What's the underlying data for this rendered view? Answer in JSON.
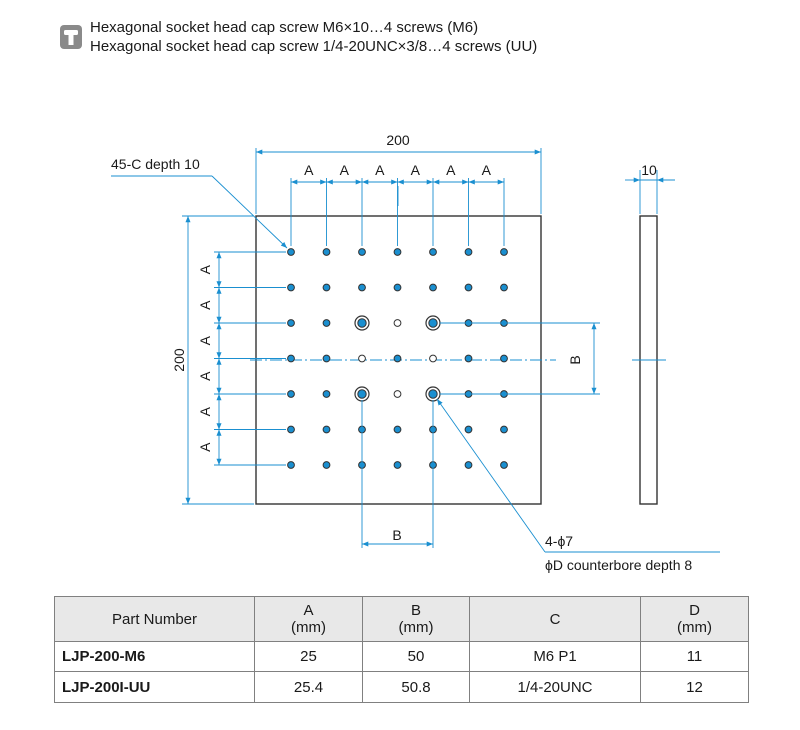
{
  "header": {
    "icon": "screw-icon",
    "lines": [
      "Hexagonal socket head cap screw M6×10…4 screws (M6)",
      "Hexagonal socket head cap screw 1/4-20UNC×3/8…4 screws (UU)"
    ]
  },
  "drawing": {
    "top_width": "200",
    "side_height": "200",
    "thickness": "10",
    "pitch_label": "A",
    "spacing_label": "B",
    "chamfer_note": "45-C depth 10",
    "hole_note_1": "4-ϕ7",
    "hole_note_2": "ϕD counterbore depth 8",
    "grid": {
      "columns": 7,
      "rows": 7
    },
    "counterbore_holes": [
      [
        2,
        2
      ],
      [
        4,
        2
      ],
      [
        2,
        4
      ],
      [
        4,
        4
      ]
    ],
    "colors": {
      "outline": "#333333",
      "dimension": "#1a8fd0",
      "hole_fill": "#1a8fd0"
    }
  },
  "table": {
    "headers": [
      {
        "main": "Part Number",
        "unit": ""
      },
      {
        "main": "A",
        "unit": "(mm)"
      },
      {
        "main": "B",
        "unit": "(mm)"
      },
      {
        "main": "C",
        "unit": ""
      },
      {
        "main": "D",
        "unit": "(mm)"
      }
    ],
    "rows": [
      {
        "part": "LJP-200-M6",
        "a": "25",
        "b": "50",
        "c": "M6 P1",
        "d": "11"
      },
      {
        "part": "LJP-200I-UU",
        "a": "25.4",
        "b": "50.8",
        "c": "1/4-20UNC",
        "d": "12"
      }
    ]
  }
}
